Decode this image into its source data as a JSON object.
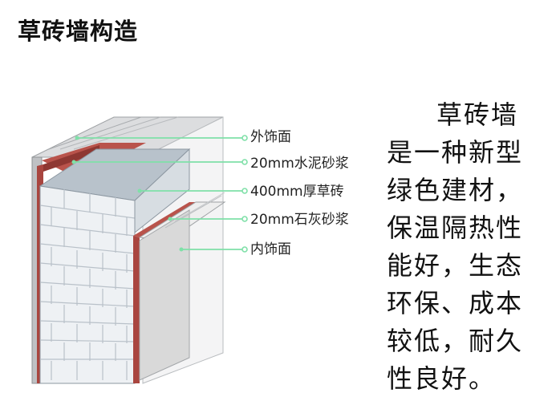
{
  "title": "草砖墙构造",
  "layers": [
    {
      "label": "外饰面"
    },
    {
      "label": "20mm水泥砂浆"
    },
    {
      "label": "400mm厚草砖"
    },
    {
      "label": "20mm石灰砂浆"
    },
    {
      "label": "内饰面"
    }
  ],
  "description": {
    "lines": [
      "草砖墙",
      "是一种新型",
      "绿色建材，",
      "保温隔热性",
      "能好，生态",
      "环保、成本",
      "较低，耐久",
      "性良好。"
    ]
  },
  "colors": {
    "outer_finish": "#b5b7ba",
    "outer_finish_top": "#d9dadc",
    "cement_mortar": "#a9453f",
    "straw_brick_face": "#eef1f4",
    "straw_brick_top": "#b8c2cb",
    "lime_mortar": "#a9453f",
    "inner_finish": "#d9d9d9",
    "leader_line": "#7fe0a8",
    "leader_dot": "#ffffff"
  }
}
